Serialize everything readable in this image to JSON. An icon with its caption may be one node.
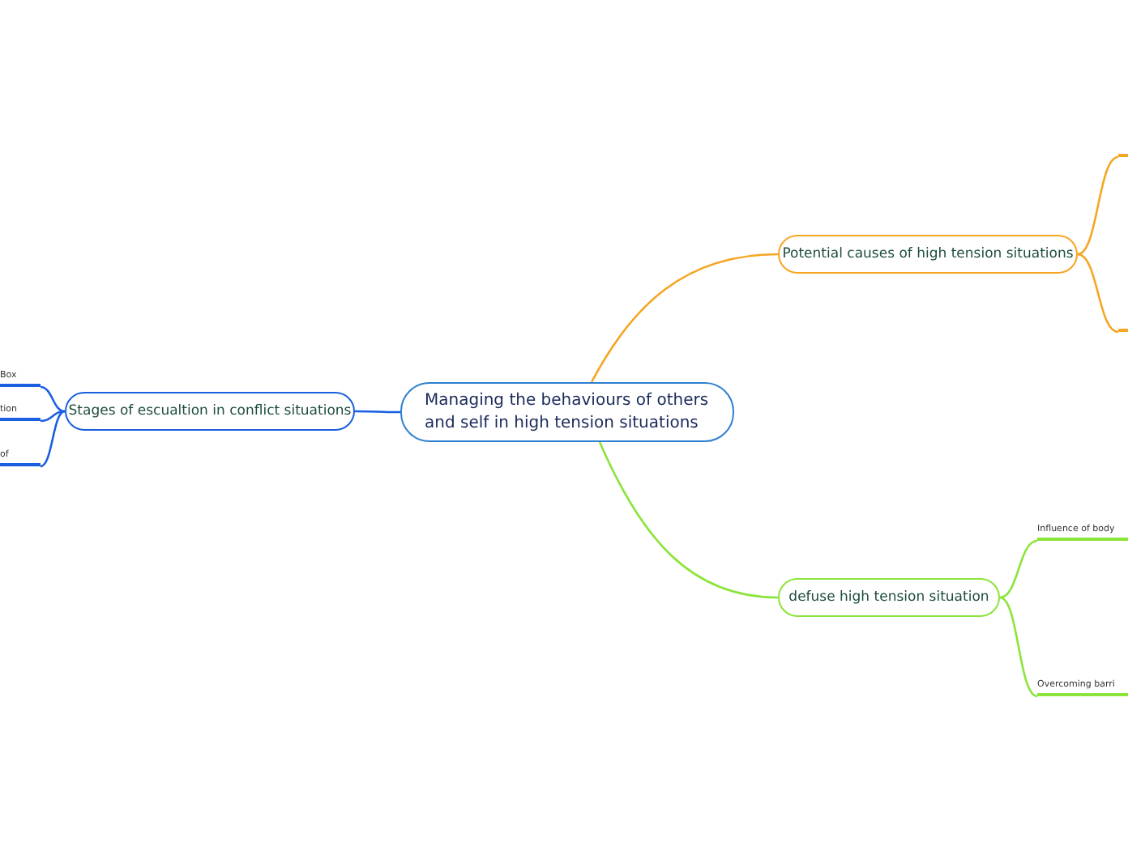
{
  "diagram": {
    "nodes": [
      {
        "text": [
          "Managing the behaviours of others and self in high tension situations"
        ]
      },
      {
        "text": [
          "Potential causes of high tension situations"
        ]
      },
      {
        "text": [],
        "shape": "bar"
      },
      {
        "text": [],
        "shape": "bar"
      },
      {
        "text": [
          "defuse high tension situation"
        ]
      },
      {
        "text": [
          "Influence of body"
        ]
      },
      {
        "text": [
          "Overcoming barri"
        ]
      },
      {
        "text": [
          "Stages of escualtion in conflict situations"
        ]
      },
      {
        "text": [
          "Box"
        ]
      },
      {
        "text": [
          "tion"
        ]
      },
      {
        "text": [
          "of"
        ]
      }
    ],
    "edges": [
      {
        "from": 0,
        "to": 1,
        "arrow": "none",
        "color": "#f5a623"
      },
      {
        "from": 1,
        "to": 2,
        "arrow": "none",
        "color": "#f5a623"
      },
      {
        "from": 1,
        "to": 3,
        "arrow": "none",
        "color": "#f5a623"
      },
      {
        "from": 0,
        "to": 4,
        "arrow": "none",
        "color": "#8be43a"
      },
      {
        "from": 4,
        "to": 5,
        "arrow": "none",
        "color": "#8be43a"
      },
      {
        "from": 4,
        "to": 6,
        "arrow": "none",
        "color": "#8be43a"
      },
      {
        "from": 0,
        "to": 7,
        "arrow": "none"
      },
      {
        "from": 7,
        "to": 8,
        "arrow": "none"
      },
      {
        "from": 7,
        "to": 9,
        "arrow": "none"
      },
      {
        "from": 7,
        "to": 10,
        "arrow": "none"
      }
    ]
  }
}
